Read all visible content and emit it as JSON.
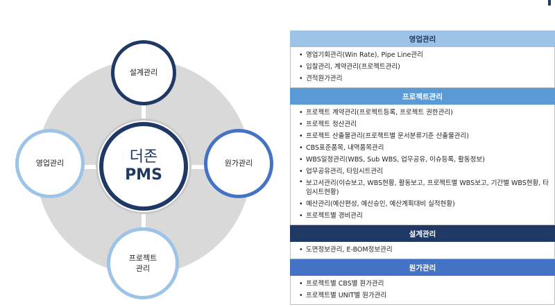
{
  "diagram": {
    "center": {
      "line1": "더존",
      "line2": "PMS"
    },
    "nodes": {
      "top": "설계관리",
      "left": "영업관리",
      "right": "원가관리",
      "bottom_line1": "프로젝트",
      "bottom_line2": "관리"
    }
  },
  "panel": {
    "sections": [
      {
        "title": "영업관리",
        "items": [
          "영업기회관리(Win Rate), Pipe Line관리",
          "입찰관리, 계약관리(프로젝트관리)",
          "견적원가관리"
        ]
      },
      {
        "title": "프로젝트관리",
        "items": [
          "프로젝트 계약관리(프로젝트등록, 프로젝트 권한관리)",
          "프로젝트 정산관리",
          "프로젝트 산출물관리(프로젝트별 문서분류기준 산출물관리)",
          "CBS표준품목, 내역품목관리",
          "WBS일정관리(WBS, Sub WBS, 업무공유, 이슈등록, 활동정보)",
          "업무공유관리, 타임시트관리",
          "보고서관리(이슈보고, WBS현황, 활동보고, 프로젝트별 WBS보고, 기간별 WBS현황, 타임시트현황)",
          "예산관리(예산편성, 예산승인, 예산계획대비 실적현황)",
          "프로젝트별 경비관리"
        ]
      },
      {
        "title": "설계관리",
        "items": [
          "도면정보관리, E-BOM정보관리"
        ]
      },
      {
        "title": "원가관리",
        "items": [
          "프로젝트별 CBS별 원가관리",
          "프로젝트별 UNIT별 원가관리"
        ]
      }
    ]
  }
}
